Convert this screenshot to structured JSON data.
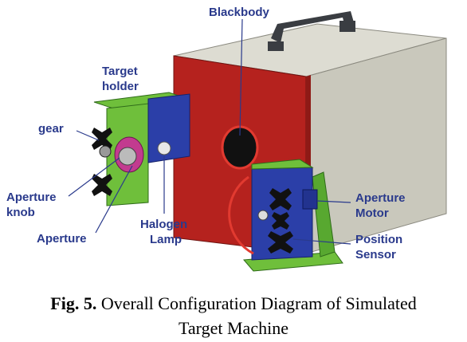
{
  "labels": {
    "blackbody": "Blackbody",
    "target_holder_line1": "Target",
    "target_holder_line2": "holder",
    "gear": "gear",
    "aperture_knob_line1": "Aperture",
    "aperture_knob_line2": "knob",
    "aperture": "Aperture",
    "halogen_line1": "Halogen",
    "halogen_line2": "Lamp",
    "aperture_motor_line1": "Aperture",
    "aperture_motor_line2": "Motor",
    "position_sensor_line1": "Position",
    "position_sensor_line2": "Sensor"
  },
  "caption": {
    "fig_label": "Fig. 5.",
    "line1_text": "Overall Configuration Diagram of Simulated",
    "line2_text": "Target Machine"
  },
  "colors": {
    "label_text": "#2a3a8c",
    "blackbody_front": "#b5221e",
    "box_side": "#c9c8bc",
    "box_top": "#dddcd2",
    "holder_green": "#6fbf3b",
    "blue_part": "#2b3fa8",
    "handle": "#3a3d42"
  }
}
